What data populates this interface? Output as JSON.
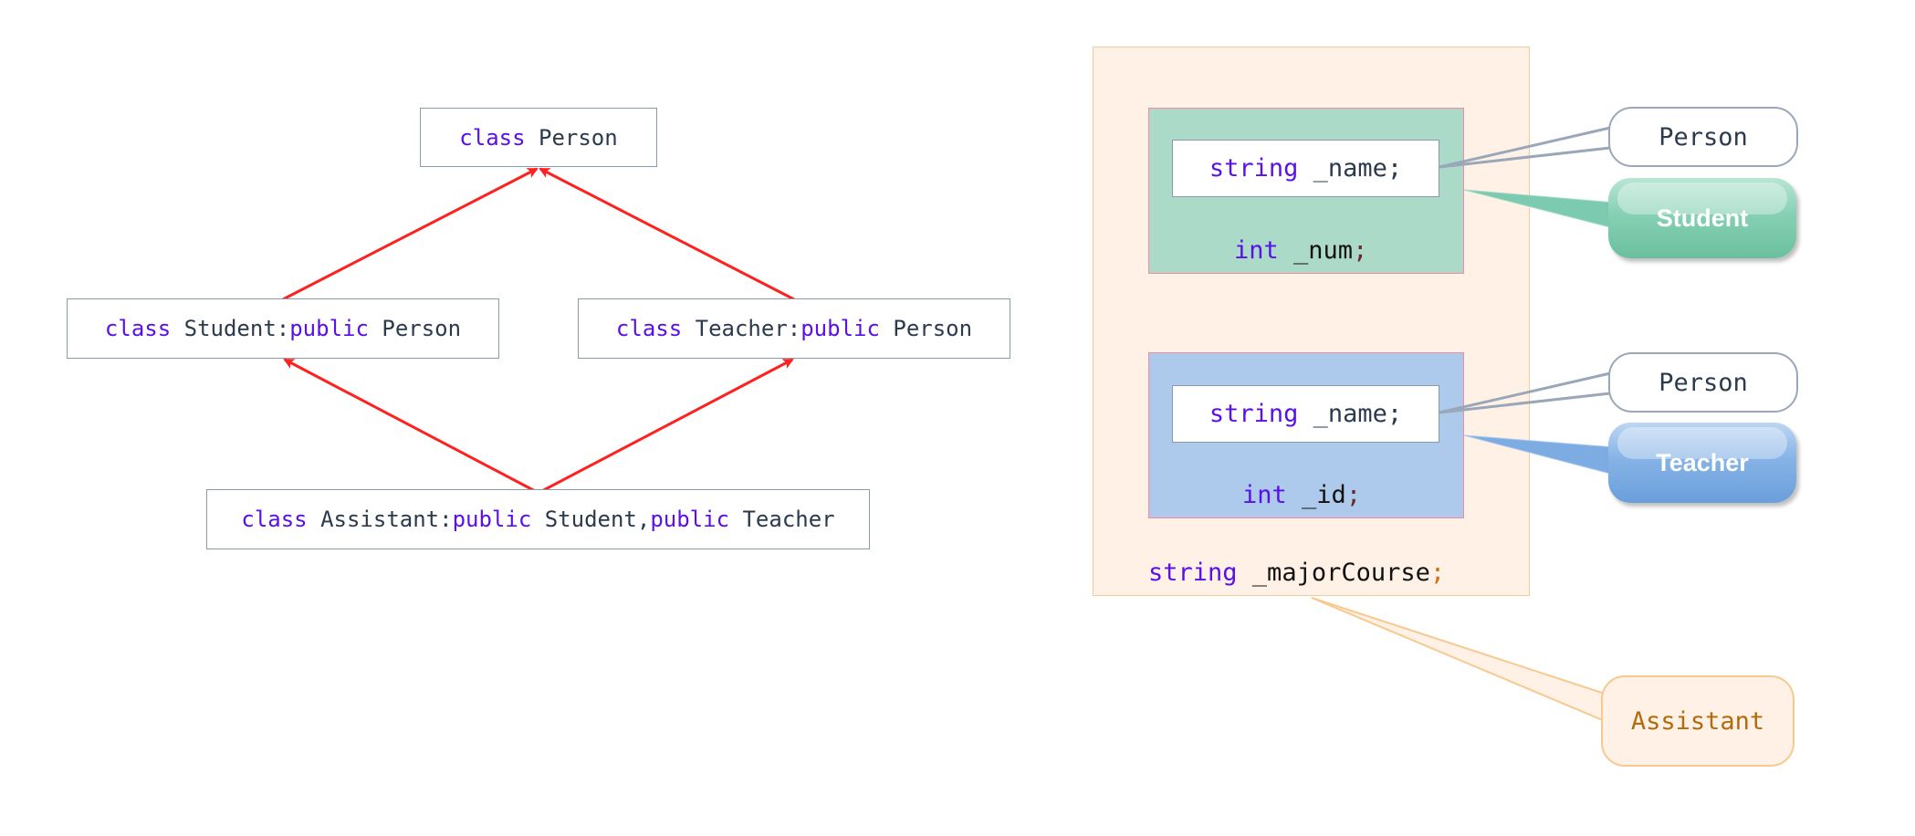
{
  "hierarchy": {
    "person": {
      "kw": "class",
      "name": " Person"
    },
    "student": {
      "kw": "class",
      "name": " Student:",
      "kw2": "public",
      "base": " Person"
    },
    "teacher": {
      "kw": "class",
      "name": " Teacher:",
      "kw2": "public",
      "base": " Person"
    },
    "assistant": {
      "kw": "class",
      "name": " Assistant:",
      "kw2": "public",
      "base": " Student,",
      "kw3": "public",
      "base2": " Teacher"
    }
  },
  "layout": {
    "student_part": {
      "field_type": "string",
      "field_rest": " _name;",
      "own_type": "int",
      "own_name": " _num",
      "own_semi": ";"
    },
    "teacher_part": {
      "field_type": "string",
      "field_rest": " _name;",
      "own_type": "int",
      "own_name": " _id",
      "own_semi": ";"
    },
    "assistant_field": {
      "type": "string",
      "name": " _majorCourse",
      "semi": ";"
    }
  },
  "callouts": {
    "person_1": "Person",
    "student": "Student",
    "person_2": "Person",
    "teacher": "Teacher",
    "assistant": "Assistant"
  },
  "colors": {
    "arrow": "#ff2020",
    "keyword": "#5a10e8",
    "student_block": "#acdac9",
    "teacher_block": "#adc9eb",
    "assistant_block": "#fff1e6"
  }
}
